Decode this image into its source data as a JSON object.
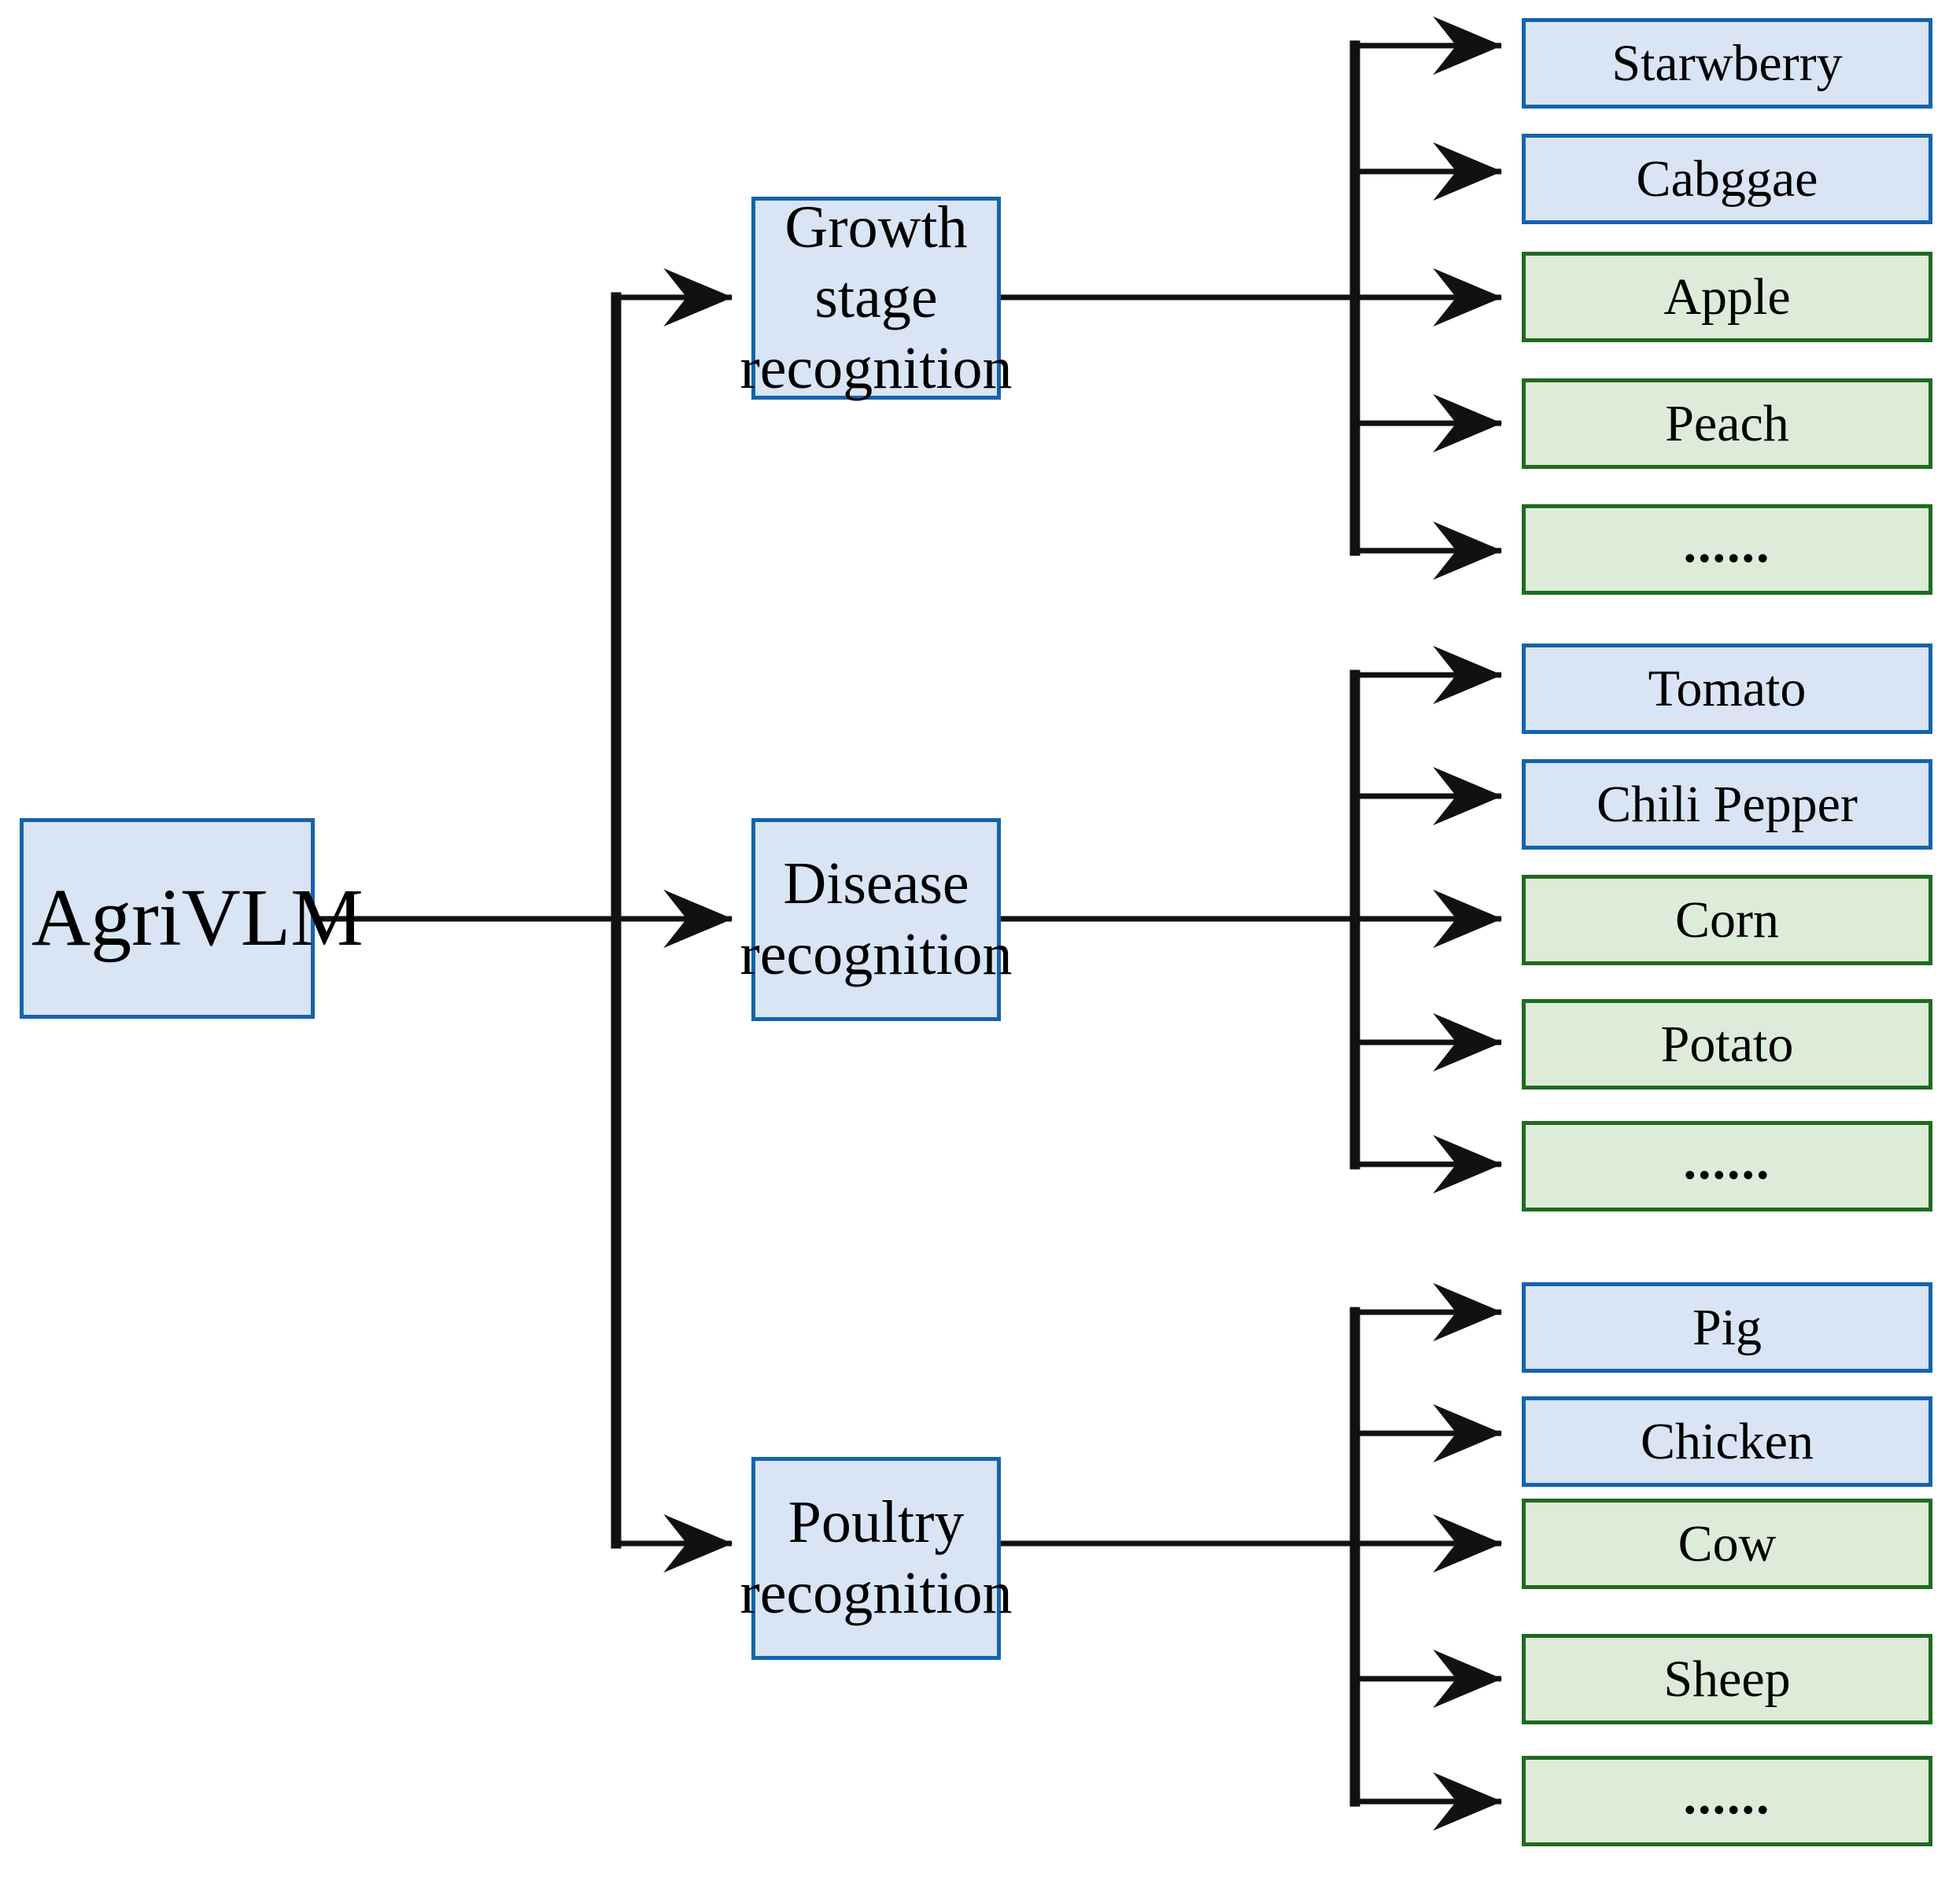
{
  "diagram": {
    "title": "AgriVLM task taxonomy",
    "colors": {
      "blue_fill": "#d9e4f4",
      "blue_border": "#1563ad",
      "green_fill": "#ddecd8",
      "green_border": "#1f6b1f",
      "connector": "#111111",
      "background": "#ffffff"
    },
    "root": {
      "label": "AgriVLM",
      "style": "blue"
    },
    "branches": [
      {
        "id": "growth-stage-recognition",
        "label_line1": "Growth stage",
        "label_line2": "recognition",
        "style": "blue",
        "leaves": [
          {
            "label": "Starwberry",
            "style": "blue"
          },
          {
            "label": "Cabggae",
            "style": "blue"
          },
          {
            "label": "Apple",
            "style": "green"
          },
          {
            "label": "Peach",
            "style": "green"
          },
          {
            "label": "......",
            "style": "green",
            "is_ellipsis": true
          }
        ]
      },
      {
        "id": "disease-recognition",
        "label_line1": "Disease",
        "label_line2": "recognition",
        "style": "blue",
        "leaves": [
          {
            "label": "Tomato",
            "style": "blue"
          },
          {
            "label": "Chili Pepper",
            "style": "blue"
          },
          {
            "label": "Corn",
            "style": "green"
          },
          {
            "label": "Potato",
            "style": "green"
          },
          {
            "label": "......",
            "style": "green",
            "is_ellipsis": true
          }
        ]
      },
      {
        "id": "poultry-recognition",
        "label_line1": "Poultry",
        "label_line2": "recognition",
        "style": "blue",
        "leaves": [
          {
            "label": "Pig",
            "style": "blue"
          },
          {
            "label": "Chicken",
            "style": "blue"
          },
          {
            "label": "Cow",
            "style": "green"
          },
          {
            "label": "Sheep",
            "style": "green"
          },
          {
            "label": "......",
            "style": "green",
            "is_ellipsis": true
          }
        ]
      }
    ]
  }
}
